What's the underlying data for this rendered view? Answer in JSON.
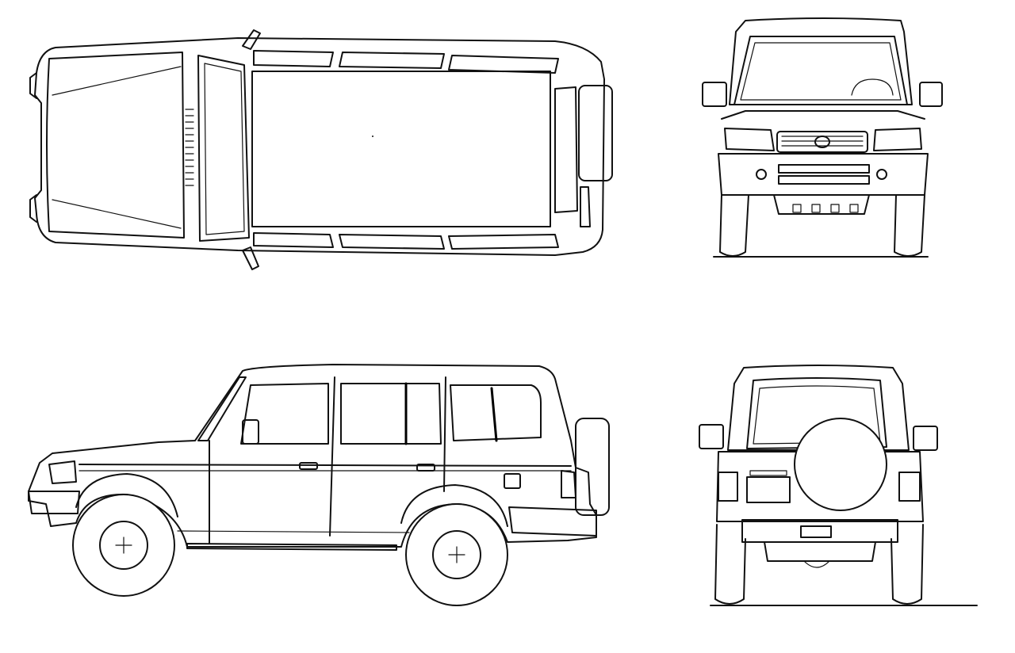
{
  "drawing": {
    "views": [
      {
        "id": "top"
      },
      {
        "id": "front"
      },
      {
        "id": "side"
      },
      {
        "id": "rear"
      }
    ],
    "colors": {
      "background": "#ffffff",
      "line": "#111111"
    }
  }
}
